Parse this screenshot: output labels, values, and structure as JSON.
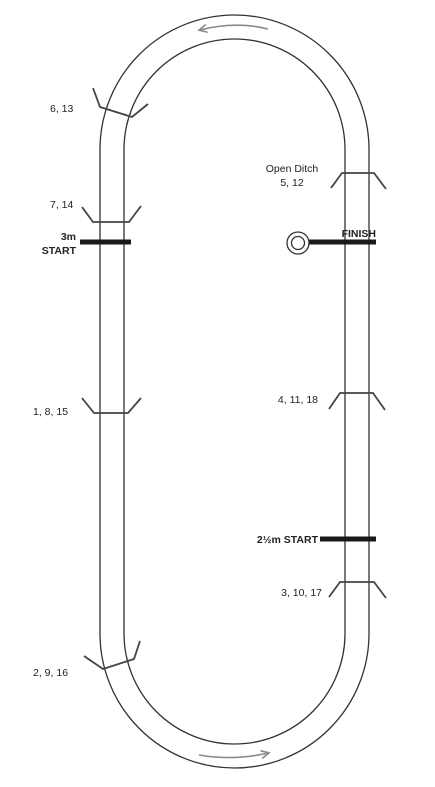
{
  "colors": {
    "track": "#333333",
    "fence": "#444444",
    "post": "#1a1a1a",
    "arrow": "#8a8a8a",
    "text": "#222222"
  },
  "labels": {
    "fence_6_13": "6, 13",
    "fence_7_14": "7, 14",
    "start_3m_line1": "3m",
    "start_3m_line2": "START",
    "fence_1_8_15": "1, 8, 15",
    "fence_2_9_16": "2, 9, 16",
    "open_ditch": "Open Ditch",
    "fence_5_12": "5, 12",
    "finish": "FINISH",
    "fence_4_11_18": "4, 11, 18",
    "start_2_5m": "2½m START",
    "fence_3_10_17": "3, 10, 17"
  },
  "icons": {
    "direction": "arrow-icon",
    "winning_post": "winning-post-icon"
  }
}
